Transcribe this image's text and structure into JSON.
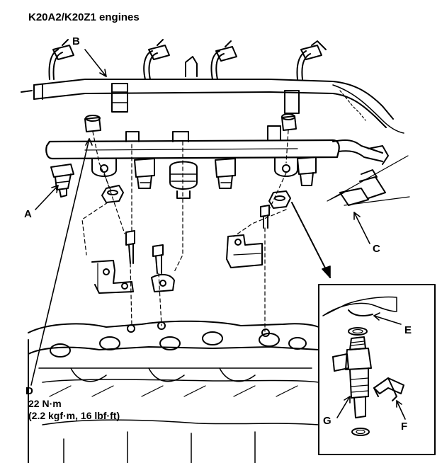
{
  "title": "K20A2/K20Z1 engines",
  "callouts": {
    "a": "A",
    "b": "B",
    "c": "C",
    "d": "D",
    "e": "E",
    "f": "F",
    "g": "G"
  },
  "torque": {
    "line1": "22 N·m",
    "line2": "(2.2 kgf·m, 16 lbf·ft)"
  }
}
